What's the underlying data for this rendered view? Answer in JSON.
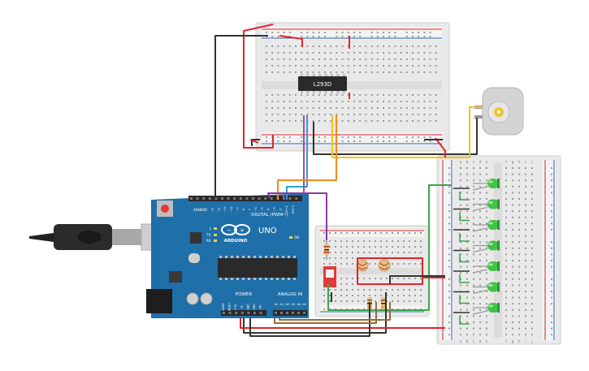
{
  "arduino": {
    "brand": "ARDUINO",
    "model": "UNO",
    "digital_label": "DIGITAL (PWM~)",
    "power_label": "POWER",
    "analog_label": "ANALOG IN",
    "tx_label": "TX",
    "rx_label": "RX",
    "l_label": "L",
    "on_label": "ON",
    "aref_label": "AREF",
    "gnd_label": "GND",
    "digital_pins": [
      "13",
      "12",
      "~11",
      "~10",
      "~9",
      "8",
      "7",
      "~6",
      "~5",
      "4",
      "~3",
      "2",
      "TX→1",
      "RX←0"
    ],
    "power_pins": [
      "IOREF",
      "RESET",
      "3.3V",
      "5V",
      "GND",
      "GND",
      "Vin"
    ],
    "analog_pins": [
      "A0",
      "A1",
      "A2",
      "A3",
      "A4",
      "A5"
    ]
  },
  "driver_ic": {
    "label": "L293D"
  },
  "breadboard": {
    "column_letters": [
      "a",
      "b",
      "c",
      "d",
      "e",
      "f",
      "g",
      "h",
      "i",
      "j"
    ]
  },
  "colors": {
    "board": "#1f6fa8",
    "breadboard": "#e9e9e9",
    "wire_red": "#e0262b",
    "wire_black": "#333333",
    "wire_orange": "#f08a1c",
    "wire_yellow": "#f3c21b",
    "wire_blue": "#2ca0d8",
    "wire_magenta": "#c33ca8",
    "wire_purple": "#8a3a9c",
    "wire_green": "#3aa84a",
    "wire_brown": "#9a6a3a",
    "led": "#44c24a",
    "switch": "#e23a3a",
    "motor": "#cfcfcf"
  },
  "components": {
    "led_count": 7,
    "ldr_count": 2,
    "motor_icon": "dc-motor-icon",
    "usb_icon": "usb-cable-icon",
    "switch_icon": "slide-switch-icon"
  }
}
